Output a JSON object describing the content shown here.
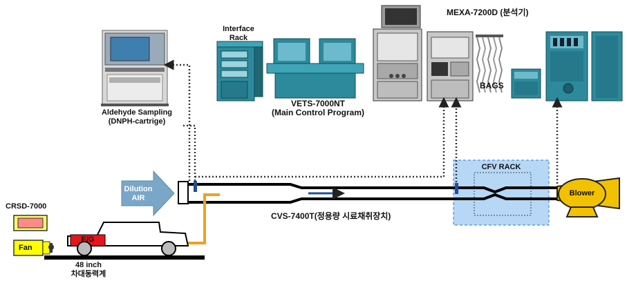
{
  "labels": {
    "interface_rack": "Interface\nRack",
    "mexa": "MEXA-7200D (분석기)",
    "bags": "BAGS",
    "vets": "VETS-7000NT",
    "main_control": "(Main Control Program)",
    "aldehyde": "Aldehyde Sampling",
    "dnph": "(DNPH-cartrige)",
    "dilution": "Dilution\nAIR",
    "cfv_rack": "CFV RACK",
    "blower": "Blower",
    "cvs": "CVS-7400T(정용량 시료채취장치)",
    "crsd": "CRSD-7000",
    "fan": "Fan",
    "eg": "E/G",
    "dyno_size": "48 inch",
    "dyno_name": "차대동력계"
  },
  "colors": {
    "pipe": "#000000",
    "exhaust_hose": "#f0a020",
    "signal_line": "#333333",
    "dilution_arrow": "#7aa7c7",
    "cfv_box_fill": "#a9d0f5",
    "cfv_box_border": "#4a90d9",
    "blower": "#f2c200",
    "fan_yellow": "#ffff00",
    "engine_red": "#e8141c",
    "equipment_teal": "#2c8a9c",
    "equipment_grey": "#c8c8c8"
  }
}
